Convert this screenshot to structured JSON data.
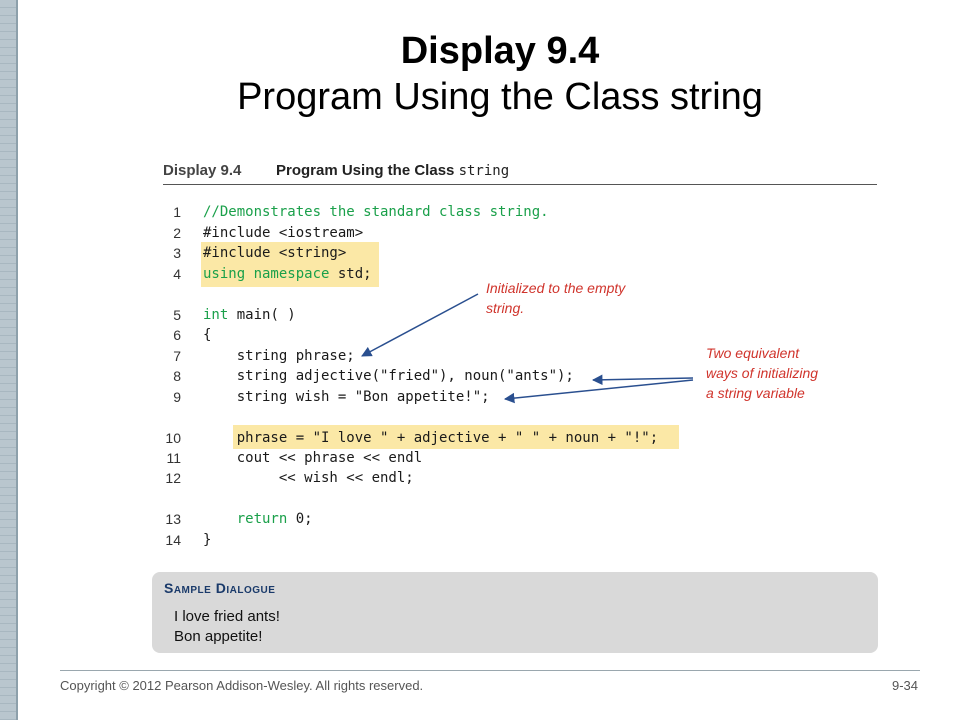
{
  "slide": {
    "title_line1": "Display 9.4",
    "title_line2": "Program Using the Class string"
  },
  "figure": {
    "number": "Display 9.4",
    "caption_text": "Program Using the Class",
    "caption_code": "string",
    "code_lines": [
      {
        "n": "1",
        "text": "//Demonstrates the standard class string."
      },
      {
        "n": "2",
        "text": "#include <iostream>"
      },
      {
        "n": "3",
        "text": "#include <string>"
      },
      {
        "n": "4",
        "text": "using namespace std;"
      },
      {
        "n": "5",
        "text": "int main( )"
      },
      {
        "n": "6",
        "text": "{"
      },
      {
        "n": "7",
        "text": "    string phrase;"
      },
      {
        "n": "8",
        "text": "    string adjective(\"fried\"), noun(\"ants\");"
      },
      {
        "n": "9",
        "text": "    string wish = \"Bon appetite!\";"
      },
      {
        "n": "10",
        "text": "    phrase = \"I love \" + adjective + \" \" + noun + \"!\";"
      },
      {
        "n": "11",
        "text": "    cout << phrase << endl"
      },
      {
        "n": "12",
        "text": "         << wish << endl;"
      },
      {
        "n": "13",
        "text": "    return 0;"
      },
      {
        "n": "14",
        "text": "}"
      }
    ],
    "annotations": {
      "empty_string": [
        "Initialized to the empty",
        "string."
      ],
      "equivalent_ways": [
        "Two equivalent",
        "ways of initializing",
        "a string variable"
      ]
    },
    "sample_dialogue": {
      "title": "Sample Dialogue",
      "lines": [
        "I love fried ants!",
        "Bon appetite!"
      ]
    }
  },
  "footer": {
    "copyright": "Copyright © 2012 Pearson Addison-Wesley.  All rights reserved.",
    "page": "9-34"
  },
  "colors": {
    "highlight": "#fbe8a6",
    "comment_green": "#1aa04a",
    "annotation_red": "#d0342c",
    "arrow_blue": "#2a4f8f"
  }
}
